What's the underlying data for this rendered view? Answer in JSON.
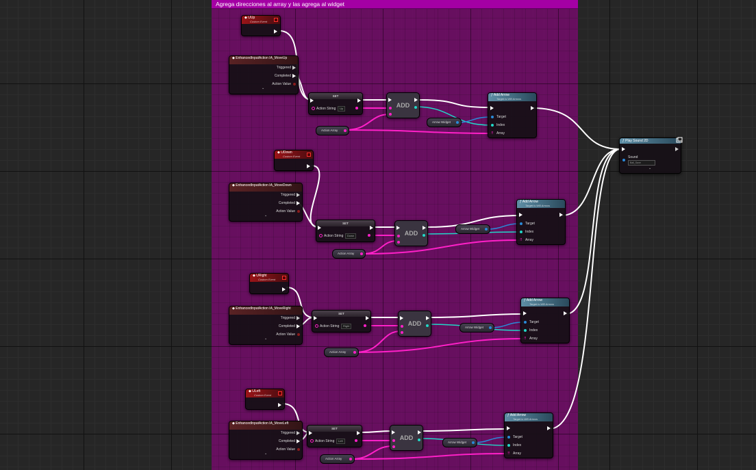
{
  "comment": {
    "title": "Agrega direcciones al array y las agrega al widget",
    "color": "#a400a4"
  },
  "groups": [
    {
      "event": {
        "title": "UUp",
        "subtitle": "Custom Event"
      },
      "input_action": {
        "title": "EnhancedInputAction IA_MoveUp",
        "triggered": "Triggered",
        "completed": "Completed",
        "action_value": "Action Value"
      },
      "set": {
        "title": "SET",
        "pin_label": "Action String",
        "value": "Up"
      },
      "add": {
        "label": "ADD"
      },
      "action_array": {
        "label": "Action Array"
      },
      "arrow_widget": {
        "label": "Arrow Widget"
      },
      "add_arrow": {
        "title": "Add Arrow",
        "subtitle": "Target is WB Arrows",
        "target": "Target",
        "index": "Index",
        "array": "Array"
      }
    },
    {
      "event": {
        "title": "UDown",
        "subtitle": "Custom Event"
      },
      "input_action": {
        "title": "EnhancedInputAction IA_MoveDown",
        "triggered": "Triggered",
        "completed": "Completed",
        "action_value": "Action Value"
      },
      "set": {
        "title": "SET",
        "pin_label": "Action String",
        "value": "Down"
      },
      "add": {
        "label": "ADD"
      },
      "action_array": {
        "label": "Action Array"
      },
      "arrow_widget": {
        "label": "Arrow Widget"
      },
      "add_arrow": {
        "title": "Add Arrow",
        "subtitle": "Target is WB Arrows",
        "target": "Target",
        "index": "Index",
        "array": "Array"
      }
    },
    {
      "event": {
        "title": "URight",
        "subtitle": "Custom Event"
      },
      "input_action": {
        "title": "EnhancedInputAction IA_MoveRight",
        "triggered": "Triggered",
        "completed": "Completed",
        "action_value": "Action Value"
      },
      "set": {
        "title": "SET",
        "pin_label": "Action String",
        "value": "Right"
      },
      "add": {
        "label": "ADD"
      },
      "action_array": {
        "label": "Action Array"
      },
      "arrow_widget": {
        "label": "Arrow Widget"
      },
      "add_arrow": {
        "title": "Add Arrow",
        "subtitle": "Target is WB Arrows",
        "target": "Target",
        "index": "Index",
        "array": "Array"
      }
    },
    {
      "event": {
        "title": "ULeft",
        "subtitle": "Custom Event"
      },
      "input_action": {
        "title": "EnhancedInputAction IA_MoveLeft",
        "triggered": "Triggered",
        "completed": "Completed",
        "action_value": "Action Value"
      },
      "set": {
        "title": "SET",
        "pin_label": "Action String",
        "value": "Left"
      },
      "add": {
        "label": "ADD"
      },
      "action_array": {
        "label": "Action Array"
      },
      "arrow_widget": {
        "label": "Arrow Widget"
      },
      "add_arrow": {
        "title": "Add Arrow",
        "subtitle": "Target is WB Arrows",
        "target": "Target",
        "index": "Index",
        "array": "Array"
      }
    }
  ],
  "play_sound": {
    "title": "Play Sound 2D",
    "sound_label": "Sound",
    "sound_value": "Ball_Save"
  },
  "icons": {
    "event": "event-diamond-icon",
    "input_action": "input-action-icon",
    "function": "function-f-icon",
    "output_delegate": "red-square-icon",
    "expand": "chevron-down-icon"
  },
  "colors": {
    "exec_wire": "#ffffff",
    "string_wire": "#ff20c8",
    "int_wire": "#22d8c8",
    "object_wire": "#2a8ad8",
    "event_header": "#9b1418",
    "function_header": "#5e8ea6"
  }
}
